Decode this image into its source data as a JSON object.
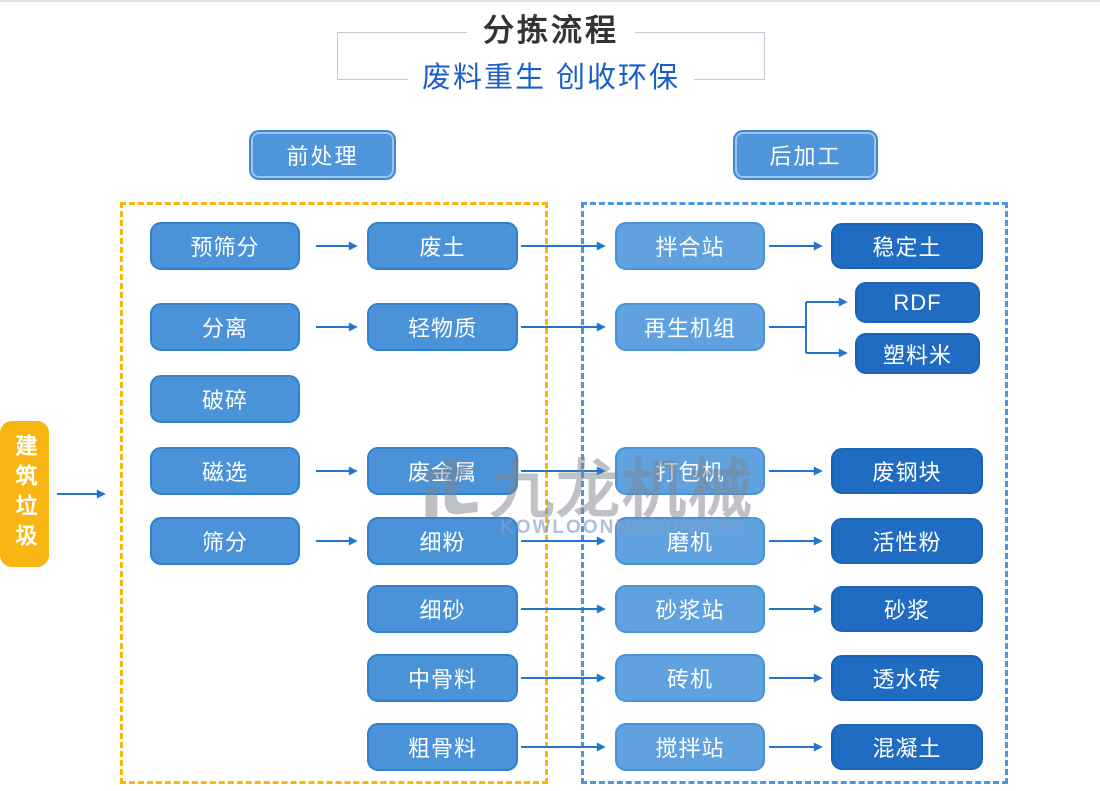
{
  "header": {
    "title": "分拣流程",
    "subtitle": "废料重生 创收环保"
  },
  "source": {
    "label": "建筑垃圾"
  },
  "flow": {
    "pre_label": "前处理",
    "post_label": "后加工",
    "rows": [
      {
        "pretreatment": "预筛分",
        "material": "废土",
        "processor": "拌合站",
        "products": [
          "稳定土"
        ]
      },
      {
        "pretreatment": "分离",
        "material": "轻物质",
        "processor": "再生机组",
        "products": [
          "RDF",
          "塑料米"
        ]
      },
      {
        "pretreatment": "破碎",
        "material": null,
        "processor": null,
        "products": []
      },
      {
        "pretreatment": "磁选",
        "material": "废金属",
        "processor": "打包机",
        "products": [
          "废钢块"
        ]
      },
      {
        "pretreatment": "筛分",
        "material": "细粉",
        "processor": "磨机",
        "products": [
          "活性粉"
        ]
      },
      {
        "pretreatment": null,
        "material": "细砂",
        "processor": "砂浆站",
        "products": [
          "砂浆"
        ]
      },
      {
        "pretreatment": null,
        "material": "中骨料",
        "processor": "砖机",
        "products": [
          "透水砖"
        ]
      },
      {
        "pretreatment": null,
        "material": "粗骨料",
        "processor": "搅拌站",
        "products": [
          "混凝土"
        ]
      }
    ]
  },
  "watermark": {
    "cn": "九龙机械",
    "en": "KOWLOONMACHINERY"
  },
  "colors": {
    "title_text": "#333333",
    "subtitle_blue": "#1a5fc8",
    "box_blue_mid": "#4b93d9",
    "box_blue_light": "#60a1e0",
    "box_blue_dark": "#1f6cc2",
    "source_orange": "#f9b511",
    "dashed_orange": "#fbb40a",
    "dashed_blue": "#4e96dc",
    "arrow_blue": "#2277cc"
  }
}
